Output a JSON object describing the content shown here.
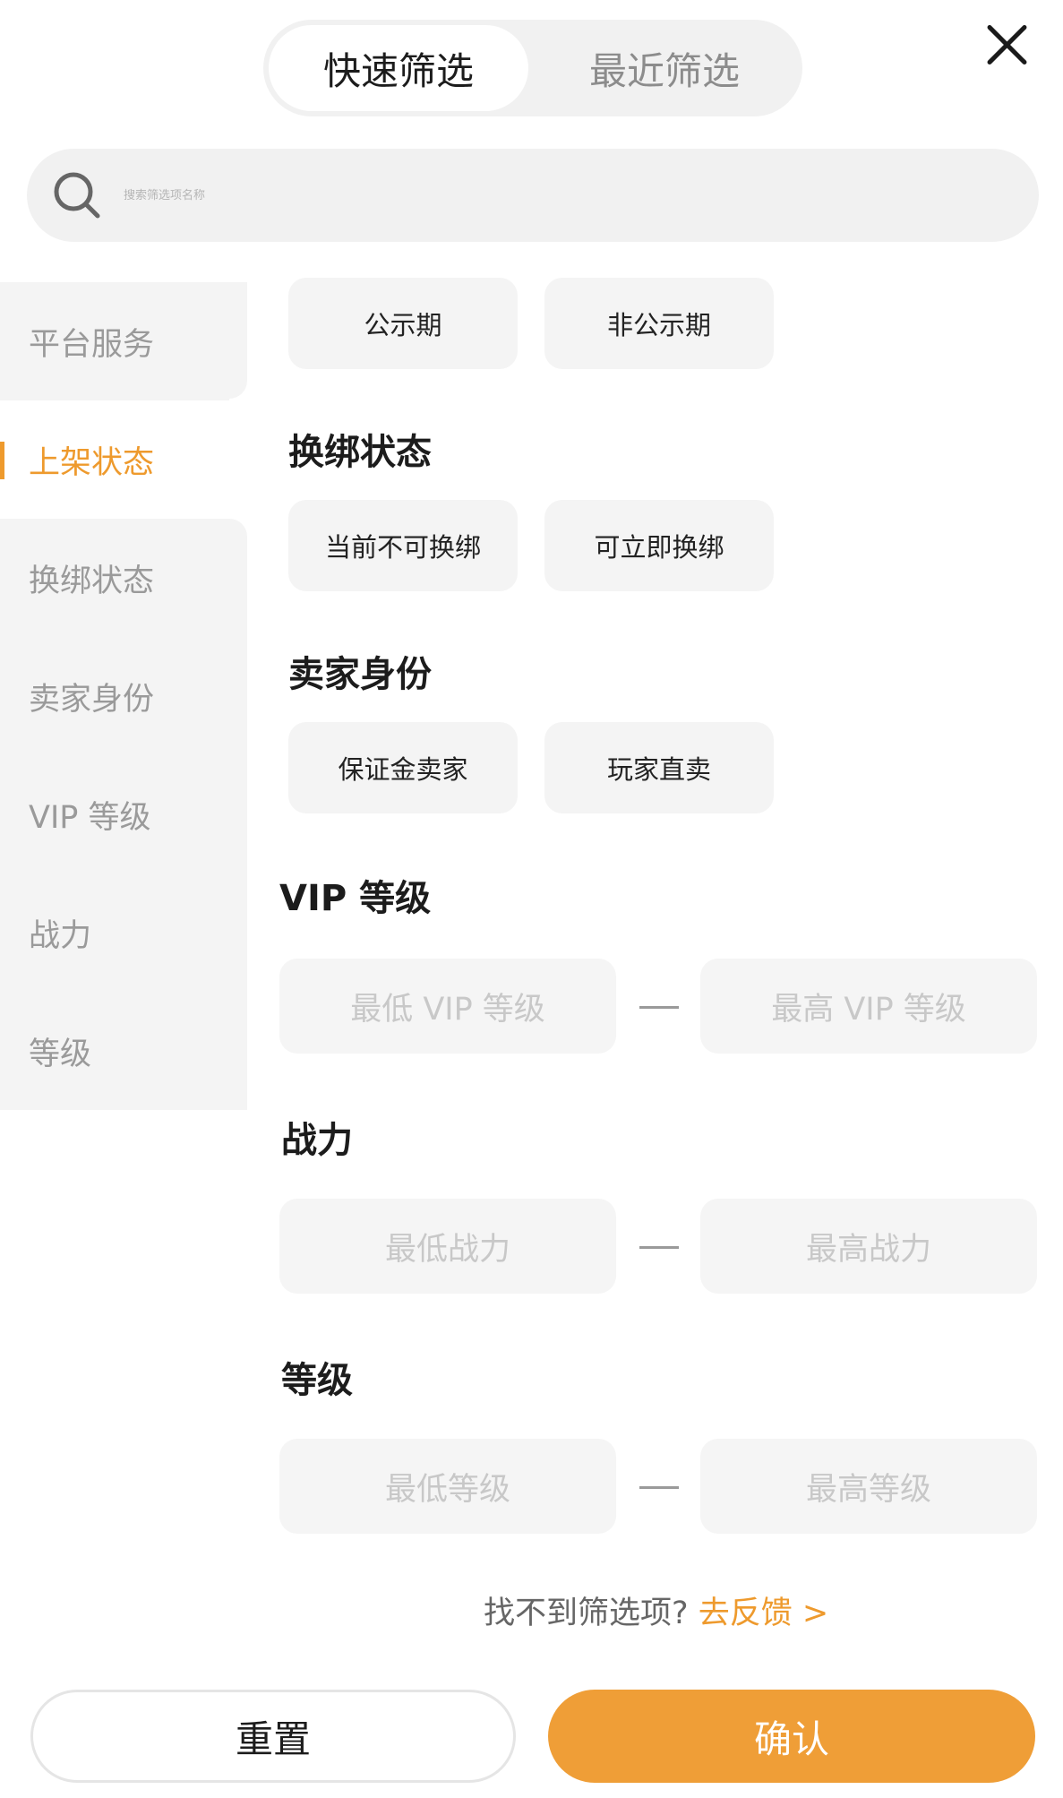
{
  "tabs": {
    "quick": "快速筛选",
    "recent": "最近筛选"
  },
  "search": {
    "placeholder": "搜索筛选项名称"
  },
  "sidebar": {
    "items": [
      {
        "label": "平台服务"
      },
      {
        "label": "上架状态"
      },
      {
        "label": "换绑状态"
      },
      {
        "label": "卖家身份"
      },
      {
        "label": "VIP 等级"
      },
      {
        "label": "战力"
      },
      {
        "label": "等级"
      }
    ]
  },
  "sections": {
    "listing": {
      "options": [
        "公示期",
        "非公示期"
      ]
    },
    "rebind": {
      "title": "换绑状态",
      "options": [
        "当前不可换绑",
        "可立即换绑"
      ]
    },
    "seller": {
      "title": "卖家身份",
      "options": [
        "保证金卖家",
        "玩家直卖"
      ]
    },
    "vip": {
      "title": "VIP 等级",
      "min_placeholder": "最低 VIP 等级",
      "max_placeholder": "最高 VIP 等级"
    },
    "power": {
      "title": "战力",
      "min_placeholder": "最低战力",
      "max_placeholder": "最高战力"
    },
    "level": {
      "title": "等级",
      "min_placeholder": "最低等级",
      "max_placeholder": "最高等级"
    }
  },
  "feedback": {
    "text": "找不到筛选项?",
    "link": "去反馈 >"
  },
  "buttons": {
    "reset": "重置",
    "confirm": "确认"
  },
  "colors": {
    "accent": "#ee9a2d",
    "confirm_bg": "#ef9e37"
  }
}
